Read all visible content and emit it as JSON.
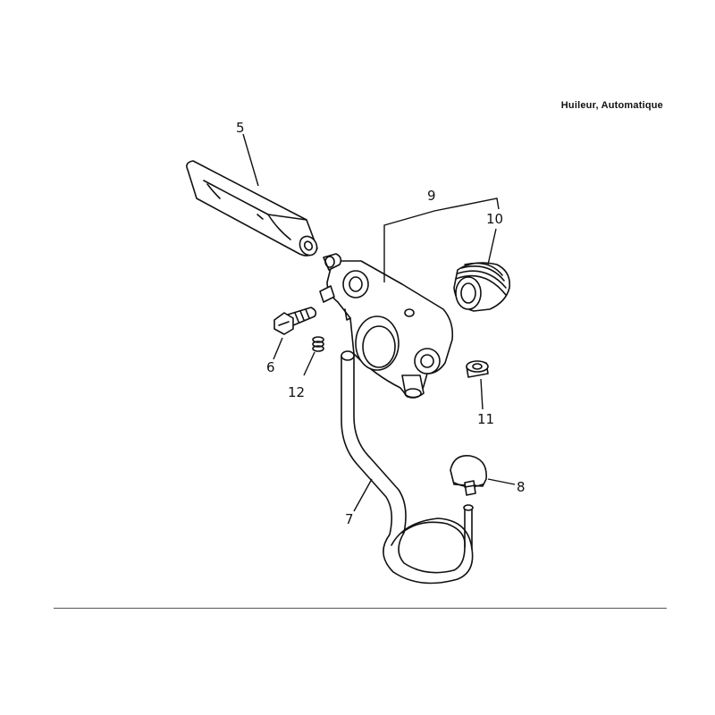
{
  "header": {
    "title": "Huileur, Automatique"
  },
  "callouts": {
    "c5": "5",
    "c6": "6",
    "c7": "7",
    "c8": "8",
    "c9": "9",
    "c10": "10",
    "c11": "11",
    "c12": "12"
  }
}
